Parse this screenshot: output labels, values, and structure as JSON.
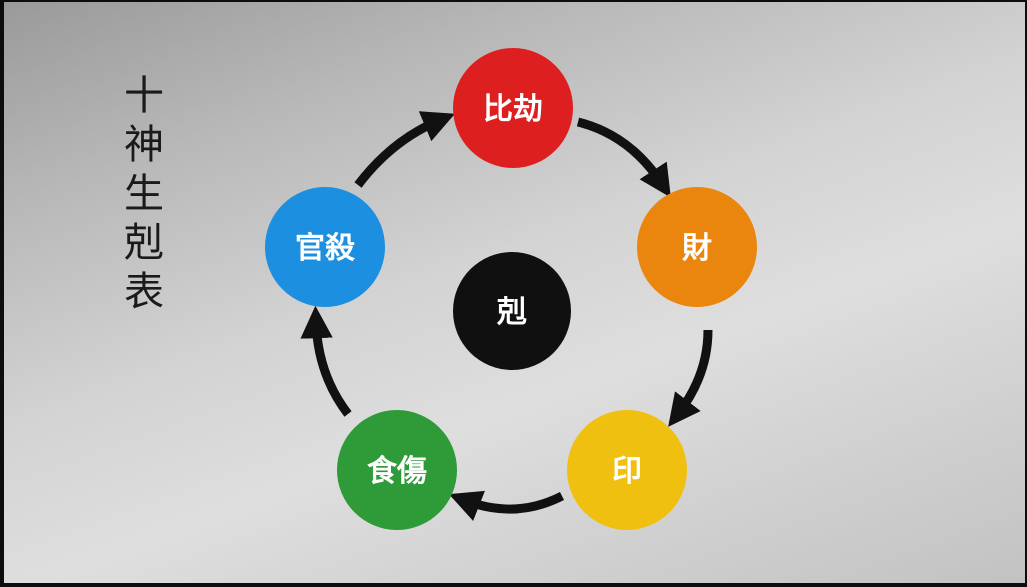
{
  "title": "十神生剋表",
  "center": {
    "label": "剋",
    "color": "#101010"
  },
  "nodes": [
    {
      "id": "bijie",
      "label": "比劫",
      "color": "#dd1f1f"
    },
    {
      "id": "cai",
      "label": "財",
      "color": "#ea860e"
    },
    {
      "id": "yin",
      "label": "印",
      "color": "#f0c010"
    },
    {
      "id": "shishang",
      "label": "食傷",
      "color": "#2e9a38"
    },
    {
      "id": "guansha",
      "label": "官殺",
      "color": "#1c8fe0"
    }
  ],
  "arrows": [
    {
      "from": "bijie",
      "to": "cai"
    },
    {
      "from": "cai",
      "to": "yin"
    },
    {
      "from": "yin",
      "to": "shishang"
    },
    {
      "from": "shishang",
      "to": "guansha"
    },
    {
      "from": "guansha",
      "to": "bijie"
    }
  ]
}
